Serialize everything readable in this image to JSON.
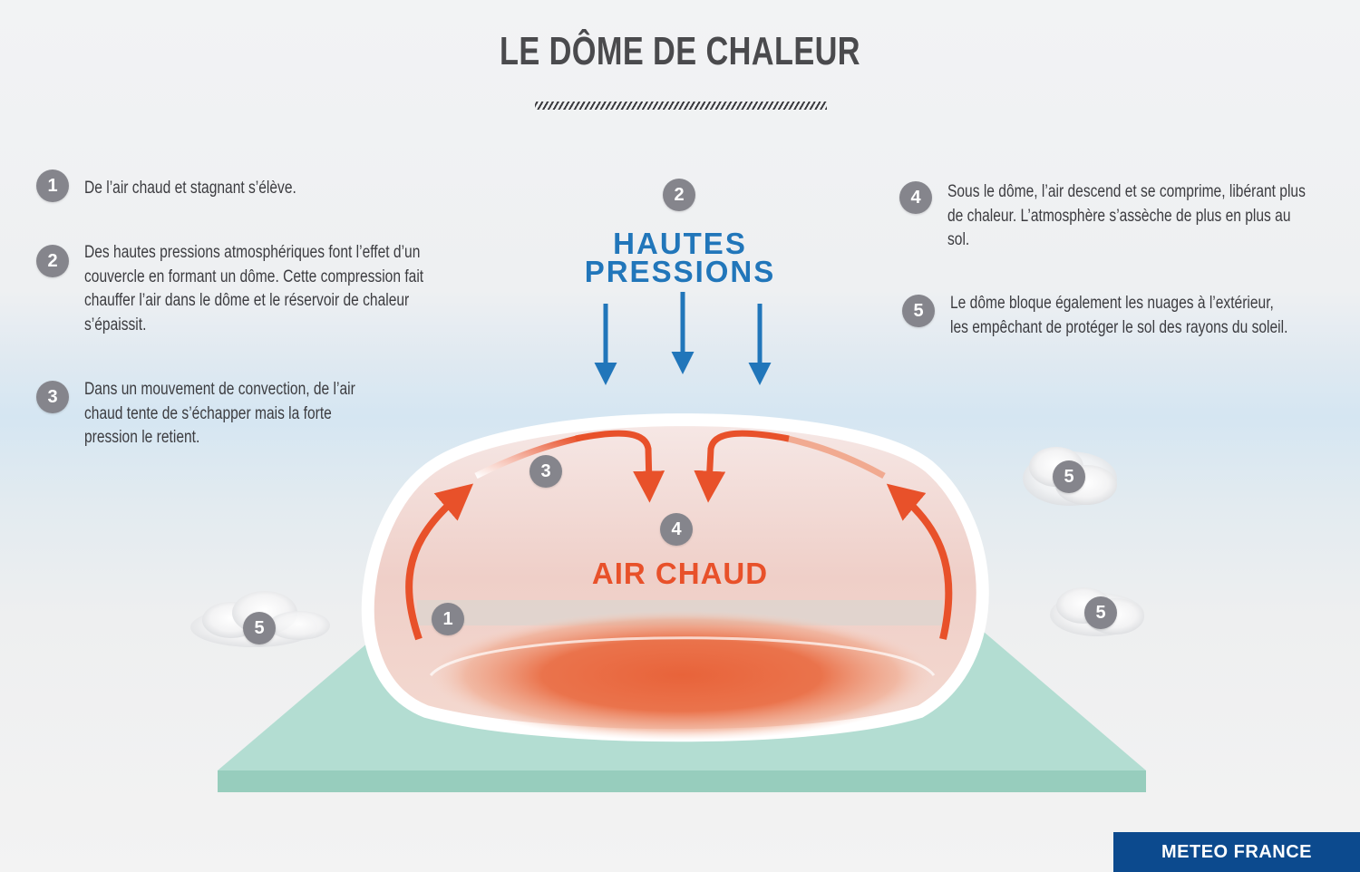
{
  "title": "LE DÔME DE CHALEUR",
  "legend": [
    {
      "number": "1",
      "text": "De l’air chaud et stagnant s’élève."
    },
    {
      "number": "2",
      "text": "Des hautes pressions atmosphériques font l’effet d’un couvercle en formant un dôme. Cette compression fait chauffer l’air dans le dôme et le réservoir de chaleur s’épaissit."
    },
    {
      "number": "3",
      "text": "Dans un mouvement de convection, de l’air chaud tente de s’échapper mais la forte pression le retient."
    },
    {
      "number": "4",
      "text": "Sous le dôme, l’air descend et se comprime, libérant plus de chaleur. L’atmosphère s’assèche de plus en plus au sol."
    },
    {
      "number": "5",
      "text": "Le dôme bloque également les nuages à l’extérieur, les empêchant de protéger le sol des rayons du soleil."
    }
  ],
  "diagram": {
    "high_pressure_line1": "HAUTES",
    "high_pressure_line2": "PRESSIONS",
    "warm_air_label": "AIR CHAUD",
    "markers": {
      "high_pressure": "2",
      "rising_air": "1",
      "convection": "3",
      "descending_air": "4",
      "cloud": "5"
    }
  },
  "brand": "METEO FRANCE",
  "colors": {
    "high_pressure_blue": "#2176ba",
    "warm_air_orange": "#e8512a",
    "marker_grey": "#85858c",
    "ground_green": "#a9d8cc",
    "brand_blue": "#0c4a8e"
  },
  "icons": [
    "down-arrow-icon",
    "curved-arrow-icon",
    "cloud-icon"
  ]
}
